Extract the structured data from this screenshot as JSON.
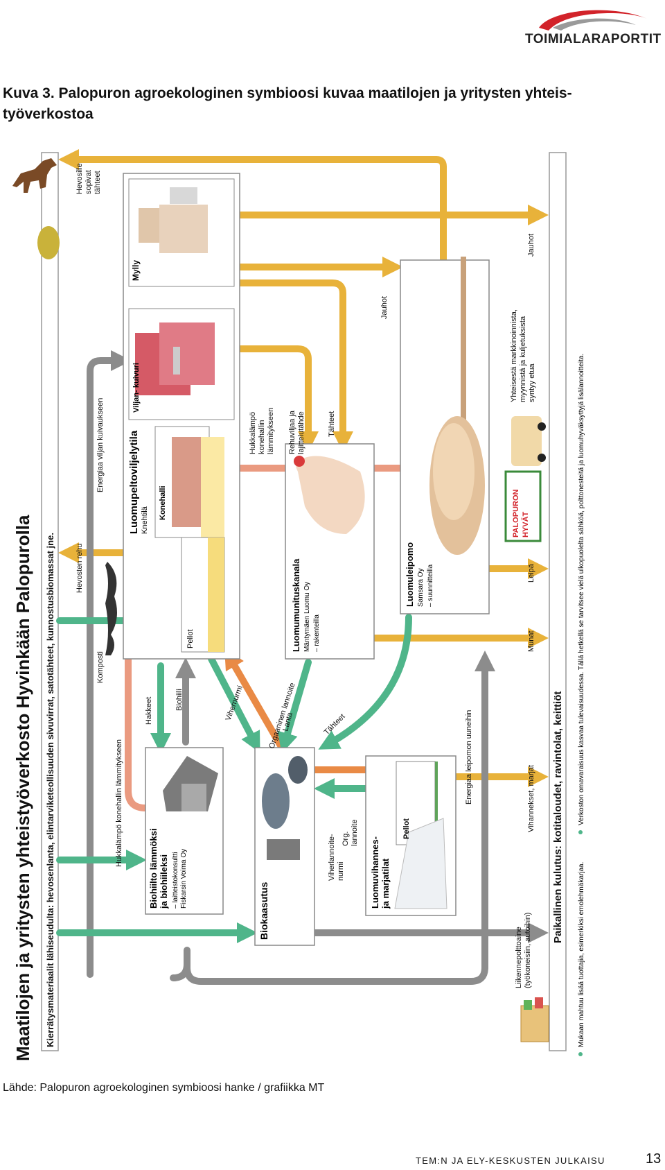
{
  "header": {
    "logo_text": "TOIMIALARAPORTIT"
  },
  "caption": {
    "line1": "Kuva 3. Palopuron agroekologinen symbioosi kuvaa maatilojen ja yritysten yhteis-",
    "line2": "työverkostoa"
  },
  "diagram": {
    "title": "Maatilojen ja yritysten yhteistyöverkosto Hyvinkään Palopurolla",
    "input_bar": "Kierrätysmateriaalit lähiseudulta: hevosenlanta, elintarviketeollisuuden sivuvirrat, satotähteet, kunnostusbiomassat jne.",
    "output_bar": "Paikallinen kulutus: kotitaloudet, ravintolat, keittiöt",
    "nodes": {
      "field_crop": {
        "title": "Luomupeltoviljelytila",
        "subtitle": "Knehtilä"
      },
      "machinery_hall": "Konehalli",
      "fields": "Pellot",
      "grain_dryer": "Viljan-\nkuivuri",
      "mill": "Mylly",
      "poultry": {
        "title": "Luomumunituskanala",
        "subtitle": "Mäntymäen Luomu Oy",
        "note": "– rakenteilla"
      },
      "bakery": {
        "title": "Luomuleipomo",
        "subtitle": "Samsara Oy",
        "note": "– suunnitteilla"
      },
      "biochar": {
        "title": "Biohiilto lämmöksi\nja biohiileksi",
        "note": "– laitteistokonsultti\nFiskarsin Voima Oy"
      },
      "biogas": {
        "title": "Biokaasutus"
      },
      "vegetables": {
        "title": "Luomuvihannes-\nja marjatilat"
      },
      "veg_fields": "Pellot"
    },
    "flows": {
      "horse_residues": "Hevosille\nsopivat\ntähteet",
      "horse_feed": "Hevosten rehu",
      "grain_drying_energy": "Energiaa viljan kuivaukseen",
      "compost": "Komposti",
      "waste_heat_hall": "Hukkalämpö\nkonehallin\nlämmitykseen",
      "feed_grain": "Rehuviljaa ja\nlajittelutähde",
      "residues": "Tähteet",
      "flour_top": "Jauhot",
      "flour_right": "Jauhot",
      "waste_heat_biochar": "Hukkalämpö konehallin lämmitykseen",
      "wood_chips": "Hakkeet",
      "biochar": "Biohiili",
      "green_manure": "Viherlannoite-\nnurmi",
      "green_grass": "Vihernurmi",
      "organic_fertilizer": "Orgaaninen lannoite",
      "manure": "Lanta",
      "residues2": "Tähteet",
      "org_fertilizer_short": "Org.\nlannoite",
      "oven_energy": "Energiaa leipomon uuneihin",
      "traffic_fuel": "Liikennepolttoaine\n(työkoneisiin, autoihin)",
      "vegetables_berries": "Vihannekset, marjat",
      "eggs": "Munat",
      "bread": "Leipä",
      "joint_marketing": "Yhteisestä markkinoinnista,\nmyynnistä ja kuljetuksista\nsyntyy etua"
    },
    "brand_sign": "PALOPURON\nHYVÄT",
    "footnote1": "Mukaan mahtuu lisää tuottajia, esimerkiksi emolehmäkarjaa.",
    "footnote2": "Verkoston omavaraisuus kasvaa tulevaisuudessa. Tällä hetkellä se tarvitsee vielä ulkopuolelta sähköä, polttonesteitä ja luomuhyväksyttyjä lisälannoitteita."
  },
  "source": "Lähde: Palopuron agroekologinen symbioosi hanke / grafiikka MT",
  "footer": {
    "publisher": "TEM:N JA ELY-KESKUSTEN JULKAISU",
    "page": "13"
  },
  "colors": {
    "yellow": "#e8b23a",
    "green": "#4fb58a",
    "gray": "#8c8c8c",
    "salmon": "#ea9a80",
    "orange": "#e98a45",
    "logo_red": "#d2232a"
  }
}
